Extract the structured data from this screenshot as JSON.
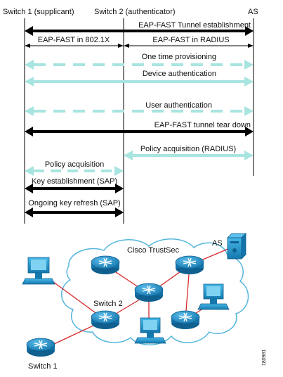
{
  "endpoints": {
    "switch1": "Switch 1 (supplicant)",
    "switch2": "Switch 2 (authenticator)",
    "as": "AS"
  },
  "flows": [
    {
      "label": "EAP-FAST Tunnel establishment",
      "style": "solid-black",
      "span": "switch1-as",
      "label_anchor": "right"
    },
    {
      "label": "EAP-FAST in 802.1X",
      "style": "thin-black",
      "span": "switch1-switch2",
      "label_anchor": "center"
    },
    {
      "label": "EAP-FAST in RADIUS",
      "style": "thin-black",
      "span": "switch2-as",
      "label_anchor": "center"
    },
    {
      "label": "One time provisioning",
      "style": "dashed-cyan",
      "span": "switch1-as",
      "label_anchor": "right"
    },
    {
      "label": "Device authentication",
      "style": "solid-cyan",
      "span": "switch1-as",
      "label_anchor": "right"
    },
    {
      "label": "User authentication",
      "style": "dashed-cyan",
      "span": "switch1-as",
      "label_anchor": "right"
    },
    {
      "label": "EAP-FAST tunnel tear down",
      "style": "solid-black",
      "span": "switch1-as",
      "label_anchor": "right"
    },
    {
      "label": "Policy acquisition (RADIUS)",
      "style": "solid-cyan",
      "span": "switch2-as",
      "label_anchor": "center"
    },
    {
      "label": "Policy acquisition",
      "style": "dashed-cyan",
      "span": "switch1-switch2",
      "label_anchor": "center"
    },
    {
      "label": "Key establishment (SAP)",
      "style": "solid-black",
      "span": "switch1-switch2",
      "label_anchor": "center"
    },
    {
      "label": "Ongoing key refresh (SAP)",
      "style": "solid-black",
      "span": "switch1-switch2",
      "label_anchor": "center"
    }
  ],
  "network": {
    "cloud_label": "Cisco TrustSec",
    "as_label": "AS",
    "switch2_label": "Switch 2",
    "switch1_label": "Switch 1"
  },
  "figure_id": "180981",
  "colors": {
    "black_arrow": "#000000",
    "cyan_arrow": "#a8e4e0",
    "cloud_stroke": "#55b6dc",
    "router": "#1e8fc8",
    "link": "#d62a2a"
  }
}
